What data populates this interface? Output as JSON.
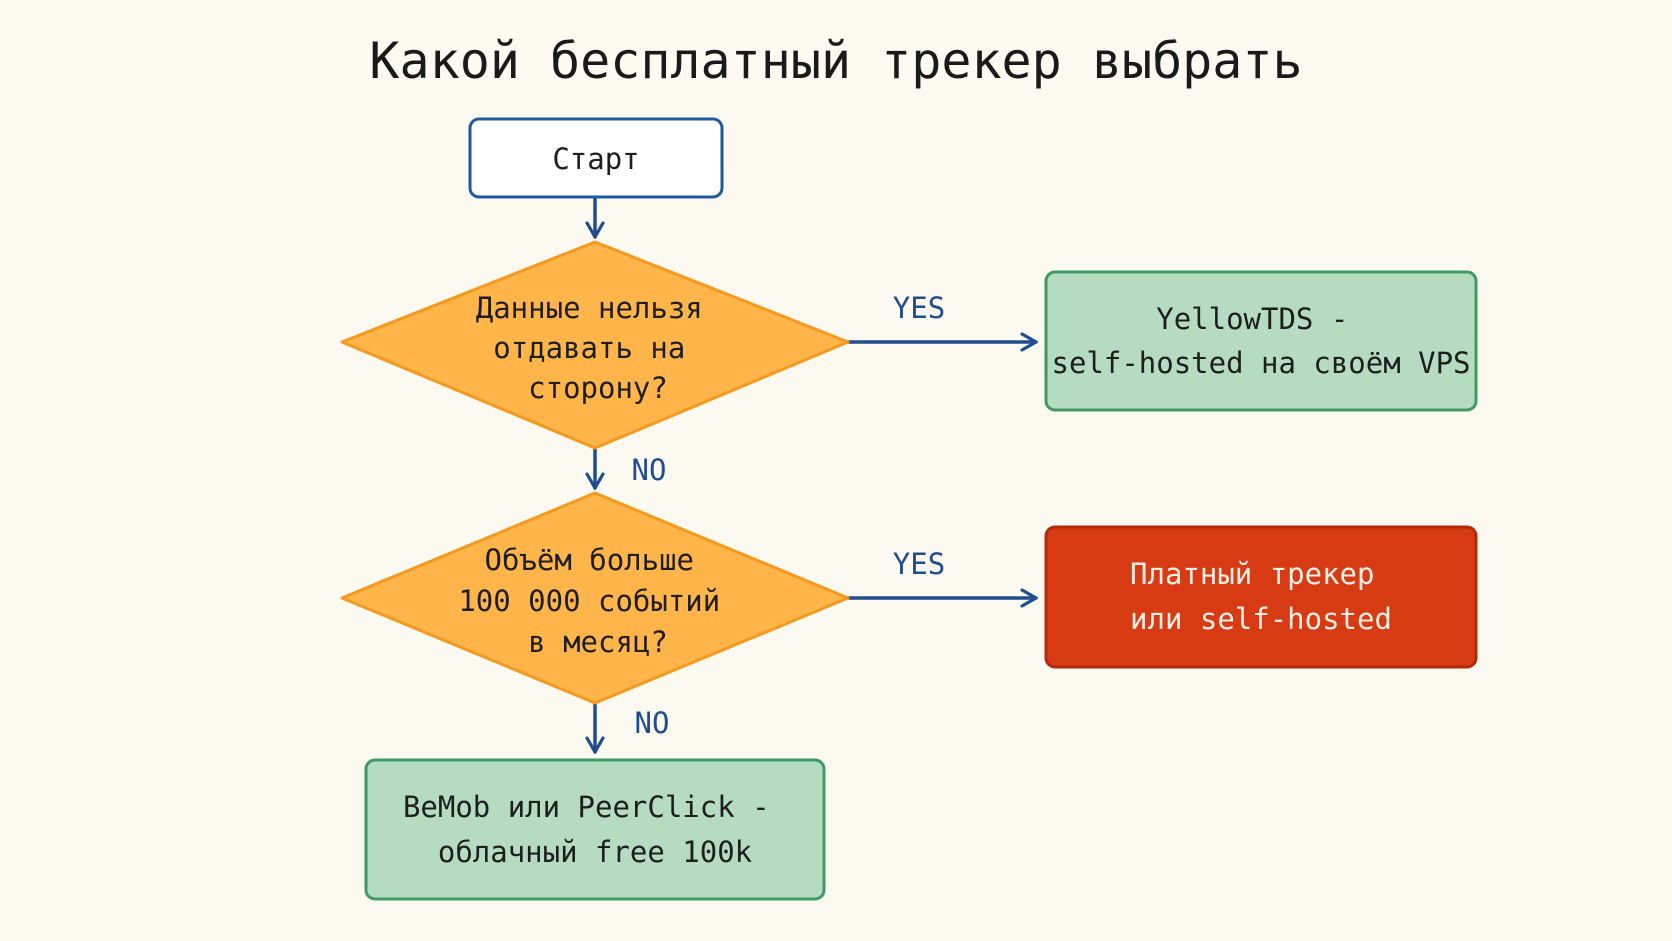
{
  "title": "Какой бесплатный трекер выбрать",
  "nodes": {
    "start": {
      "lines": [
        "Старт"
      ]
    },
    "decision_data": {
      "lines": [
        "Данные нельзя",
        "отдавать на",
        "сторону?"
      ]
    },
    "result_yellowtds": {
      "lines": [
        "YellowTDS -",
        "self-hosted на своём VPS"
      ]
    },
    "decision_volume": {
      "lines": [
        "Объём больше",
        "100 000 событий",
        "в месяц?"
      ]
    },
    "result_paid": {
      "lines": [
        "Платный трекер",
        "или self-hosted"
      ]
    },
    "result_bemob": {
      "lines": [
        "BeMob или PeerClick -",
        "облачный free 100k"
      ]
    }
  },
  "edges": {
    "data_yes": "YES",
    "data_no": "NO",
    "volume_yes": "YES",
    "volume_no": "NO"
  },
  "colors": {
    "background": "#fcf9f1",
    "start_fill": "#ffffff",
    "start_stroke": "#1f5a9e",
    "decision_fill": "#ffb54a",
    "decision_stroke": "#f59a1e",
    "result_fill": "#b5dcc1",
    "result_stroke": "#3f9a64",
    "warning_fill": "#d63b14",
    "warning_stroke": "#b3290c",
    "edge": "#1f4d8f"
  }
}
